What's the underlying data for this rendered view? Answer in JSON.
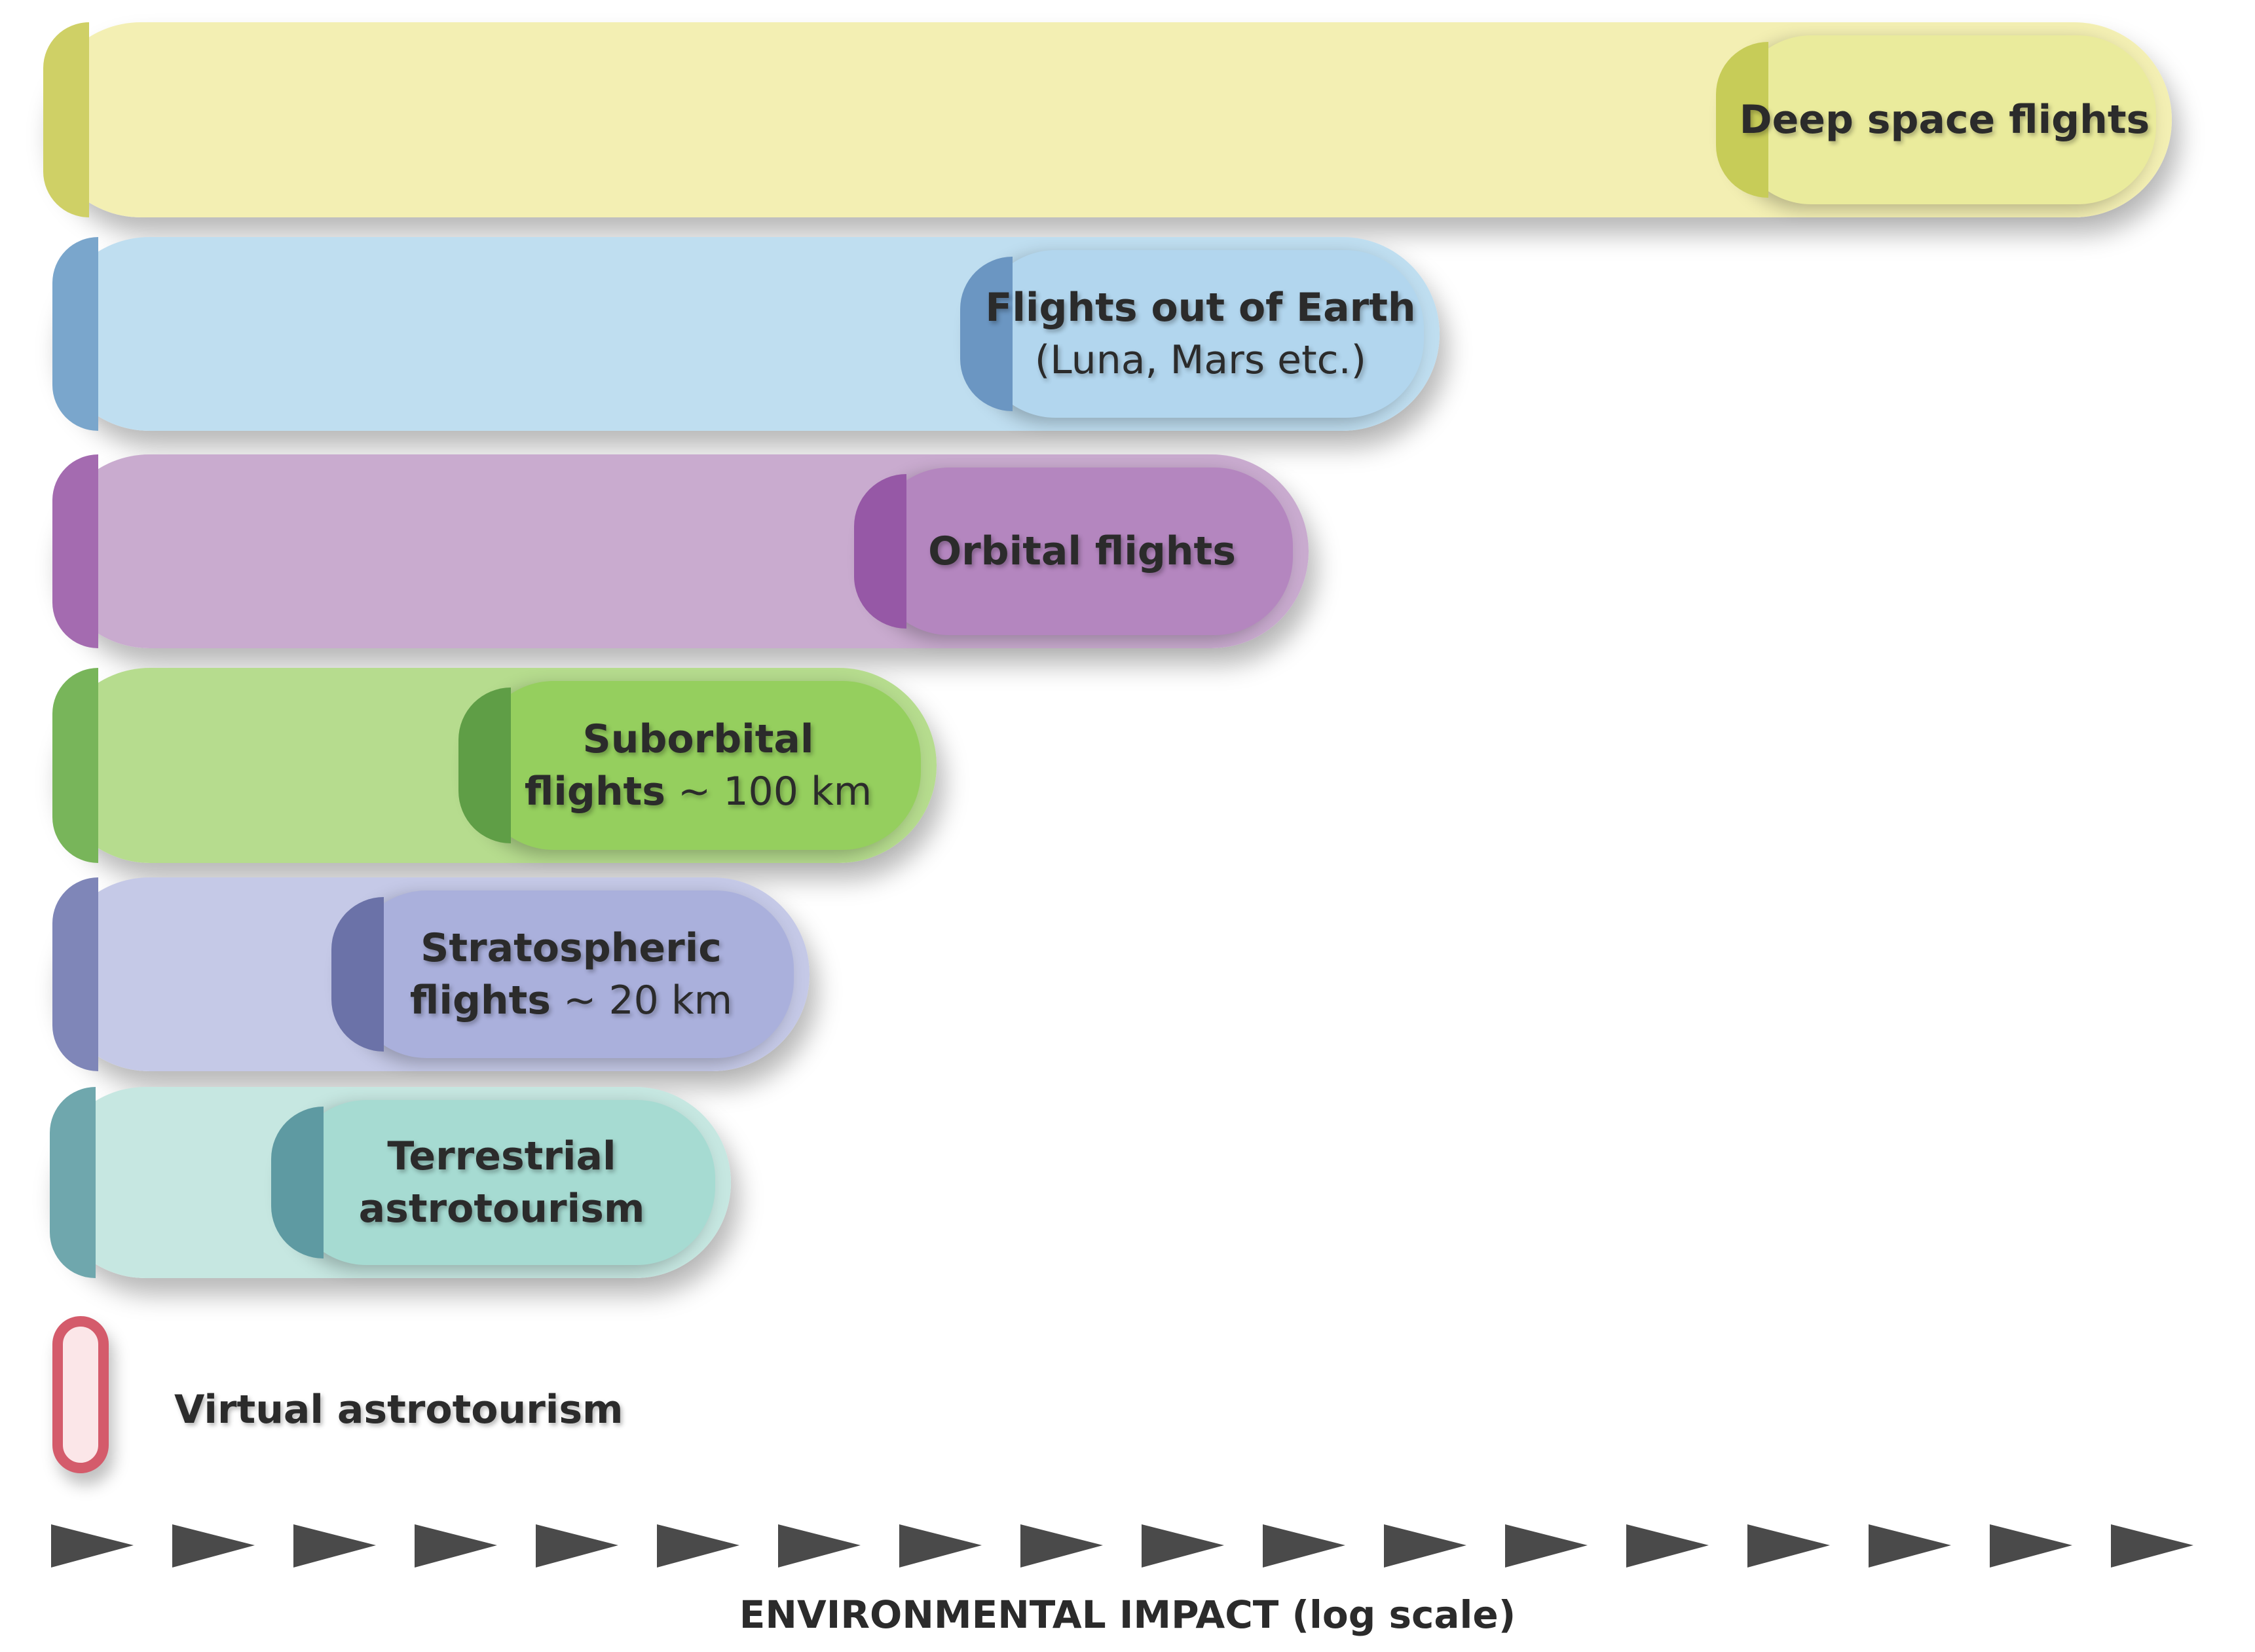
{
  "levels": [
    {
      "key": "deep",
      "line1": "Deep space flights",
      "line1_rest": "",
      "line2": "",
      "line2_rest": "",
      "colors": {
        "bar": "#f3efb3",
        "rim": "#cfd066",
        "tag": "#eaeb9c",
        "tagRim": "#c7cc58"
      }
    },
    {
      "key": "out",
      "line1": "Flights out of Earth",
      "line1_rest": "",
      "line2": "",
      "line2_rest": "(Luna, Mars etc.)",
      "colors": {
        "bar": "#bfdef0",
        "rim": "#7aa6cc",
        "tag": "#b2d6ee",
        "tagRim": "#6b96c2"
      }
    },
    {
      "key": "orbital",
      "line1": "Orbital flights",
      "line1_rest": "",
      "line2": "",
      "line2_rest": "",
      "colors": {
        "bar": "#c9abcf",
        "rim": "#a46bb0",
        "tag": "#b486bf",
        "tagRim": "#9658a6"
      }
    },
    {
      "key": "suborbital",
      "line1": "Suborbital",
      "line1_rest": "",
      "line2": "flights",
      "line2_rest": "~ 100 km",
      "colors": {
        "bar": "#b6dc8e",
        "rim": "#78b55a",
        "tag": "#95cf5e",
        "tagRim": "#5f9e46"
      }
    },
    {
      "key": "strato",
      "line1": "Stratospheric",
      "line1_rest": "",
      "line2": "flights",
      "line2_rest": "~ 20 km",
      "colors": {
        "bar": "#c5c9e7",
        "rim": "#7f86b8",
        "tag": "#aab0dc",
        "tagRim": "#6b72a8"
      }
    },
    {
      "key": "terrestrial",
      "line1": "Terrestrial",
      "line1_rest": "",
      "line2": "astrotourism",
      "line2_rest": "",
      "colors": {
        "bar": "#c6e7e1",
        "rim": "#6fa7ad",
        "tag": "#a6dbd2",
        "tagRim": "#5e9aa2"
      }
    }
  ],
  "virtual": {
    "label": "Virtual astrotourism",
    "colors": {
      "ring": "#d45b6b",
      "fill": "#fbe6e8"
    }
  },
  "axis": {
    "label": "ENVIRONMENTAL IMPACT (log scale)",
    "arrow_count": 18,
    "arrow_color": "#4a4a4a"
  }
}
